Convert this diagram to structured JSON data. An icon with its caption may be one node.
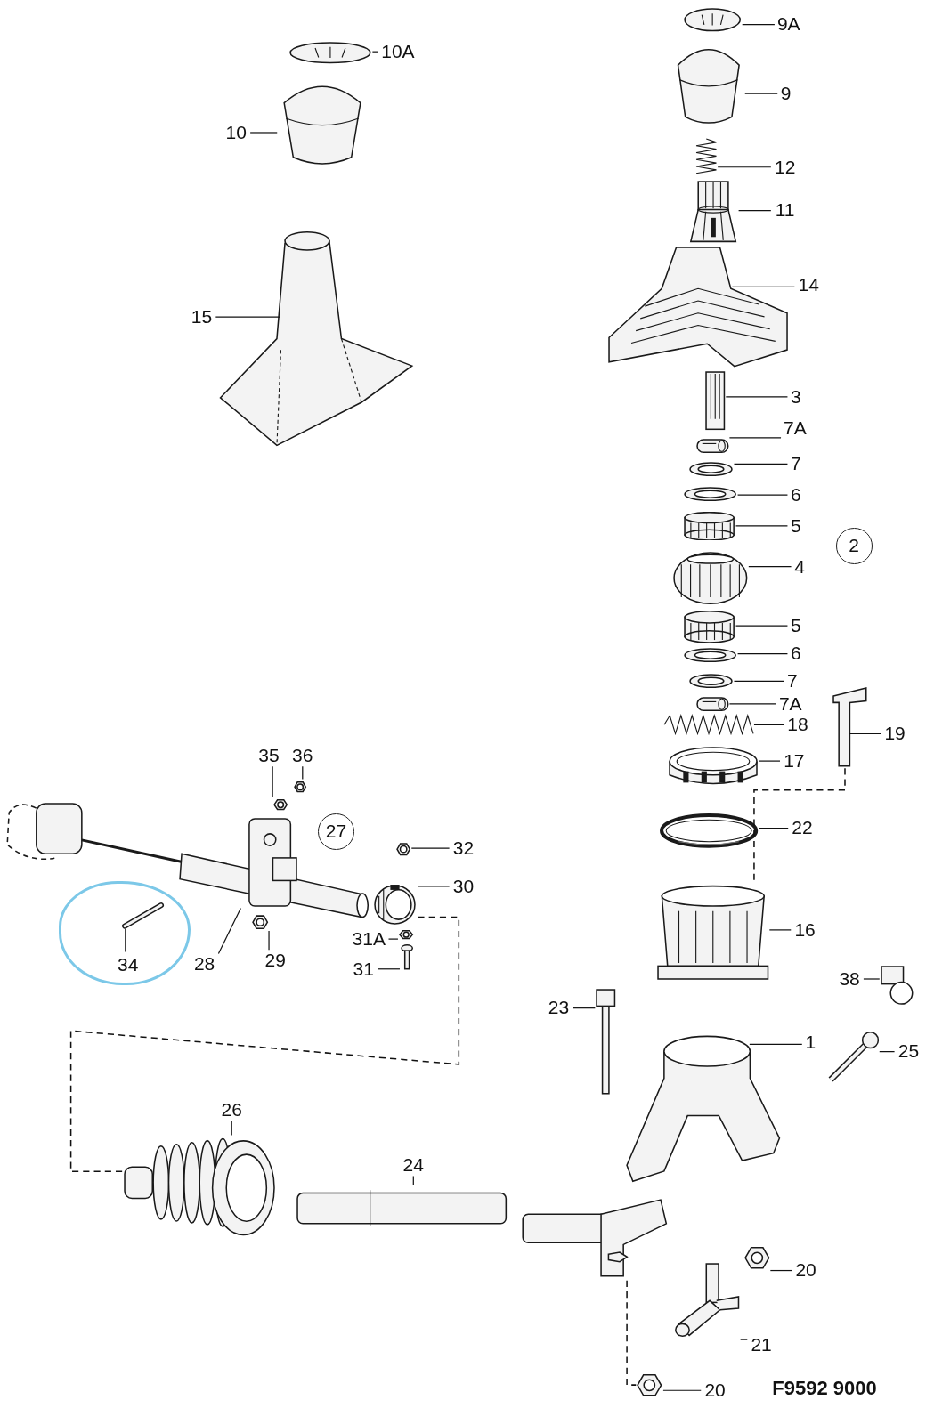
{
  "diagram": {
    "nodes": [
      {
        "text": [
          "10A"
        ]
      },
      {
        "text": [],
        "shape": "picture"
      },
      {
        "text": [
          "10"
        ]
      },
      {
        "text": [],
        "shape": "picture"
      },
      {
        "text": [
          "15"
        ]
      },
      {
        "text": [],
        "shape": "picture"
      },
      {
        "text": [
          "9A"
        ]
      },
      {
        "text": [],
        "shape": "picture"
      },
      {
        "text": [
          "9"
        ]
      },
      {
        "text": [],
        "shape": "picture"
      },
      {
        "text": [
          "12"
        ]
      },
      {
        "text": [],
        "shape": "picture"
      },
      {
        "text": [
          "11"
        ]
      },
      {
        "text": [],
        "shape": "picture"
      },
      {
        "text": [
          "14"
        ]
      },
      {
        "text": [],
        "shape": "picture"
      },
      {
        "text": [
          "3"
        ]
      },
      {
        "text": [],
        "shape": "picture"
      },
      {
        "text": [
          "7A"
        ]
      },
      {
        "text": [],
        "shape": "picture"
      },
      {
        "text": [
          "7"
        ]
      },
      {
        "text": [],
        "shape": "picture"
      },
      {
        "text": [
          "6"
        ]
      },
      {
        "text": [],
        "shape": "picture"
      },
      {
        "text": [
          "5"
        ]
      },
      {
        "text": [],
        "shape": "picture"
      },
      {
        "text": [
          "2"
        ]
      },
      {
        "text": [
          "4"
        ]
      },
      {
        "text": [],
        "shape": "picture"
      },
      {
        "text": [
          "5"
        ]
      },
      {
        "text": [],
        "shape": "picture"
      },
      {
        "text": [
          "6"
        ]
      },
      {
        "text": [],
        "shape": "picture"
      },
      {
        "text": [
          "7"
        ]
      },
      {
        "text": [],
        "shape": "picture"
      },
      {
        "text": [
          "7A"
        ]
      },
      {
        "text": [],
        "shape": "picture"
      },
      {
        "text": [
          "19"
        ]
      },
      {
        "text": [],
        "shape": "picture"
      },
      {
        "text": [
          "18"
        ]
      },
      {
        "text": [],
        "shape": "picture"
      },
      {
        "text": [
          "17"
        ]
      },
      {
        "text": [],
        "shape": "picture"
      },
      {
        "text": [
          "35"
        ]
      },
      {
        "text": [],
        "shape": "picture"
      },
      {
        "text": [
          "36"
        ]
      },
      {
        "text": [],
        "shape": "picture"
      },
      {
        "text": [
          "27"
        ]
      },
      {
        "text": [
          "32"
        ]
      },
      {
        "text": [],
        "shape": "picture"
      },
      {
        "text": [
          "30"
        ]
      },
      {
        "text": [],
        "shape": "picture"
      },
      {
        "text": [
          "22"
        ]
      },
      {
        "text": [],
        "shape": "picture"
      },
      {
        "text": [
          "16"
        ]
      },
      {
        "text": [],
        "shape": "picture"
      },
      {
        "text": [
          "38"
        ]
      },
      {
        "text": [],
        "shape": "picture"
      },
      {
        "text": [],
        "shape": "circle"
      },
      {
        "text": [
          "34"
        ],
        "in": 58
      },
      {
        "text": [],
        "shape": "picture",
        "in": 58
      },
      {
        "text": [
          "28"
        ]
      },
      {
        "text": [],
        "shape": "picture"
      },
      {
        "text": [
          "29"
        ]
      },
      {
        "text": [],
        "shape": "picture"
      },
      {
        "text": [
          "31A"
        ]
      },
      {
        "text": [],
        "shape": "picture"
      },
      {
        "text": [
          "31"
        ]
      },
      {
        "text": [],
        "shape": "picture"
      },
      {
        "text": [
          "23"
        ]
      },
      {
        "text": [],
        "shape": "picture"
      },
      {
        "text": [
          "1"
        ]
      },
      {
        "text": [],
        "shape": "picture"
      },
      {
        "text": [
          "25"
        ]
      },
      {
        "text": [],
        "shape": "picture"
      },
      {
        "text": [
          "26"
        ]
      },
      {
        "text": [],
        "shape": "picture"
      },
      {
        "text": [
          "24"
        ]
      },
      {
        "text": [],
        "shape": "picture"
      },
      {
        "text": [
          "20"
        ]
      },
      {
        "text": [],
        "shape": "picture"
      },
      {
        "text": [
          "21"
        ]
      },
      {
        "text": [],
        "shape": "picture"
      },
      {
        "text": [
          "20"
        ]
      },
      {
        "text": [],
        "shape": "picture"
      }
    ],
    "edges": [
      {
        "from": 0,
        "to": 1,
        "arrow": "none"
      },
      {
        "from": 2,
        "to": 3,
        "arrow": "none"
      },
      {
        "from": 4,
        "to": 5,
        "arrow": "none"
      },
      {
        "from": 6,
        "to": 7,
        "arrow": "none"
      },
      {
        "from": 8,
        "to": 9,
        "arrow": "none"
      },
      {
        "from": 10,
        "to": 11,
        "arrow": "none"
      },
      {
        "from": 12,
        "to": 13,
        "arrow": "none"
      },
      {
        "from": 14,
        "to": 15,
        "arrow": "none"
      },
      {
        "from": 16,
        "to": 17,
        "arrow": "none"
      },
      {
        "from": 18,
        "to": 19,
        "arrow": "none"
      },
      {
        "from": 20,
        "to": 21,
        "arrow": "none"
      },
      {
        "from": 22,
        "to": 23,
        "arrow": "none"
      },
      {
        "from": 24,
        "to": 25,
        "arrow": "none"
      },
      {
        "from": 27,
        "to": 28,
        "arrow": "none"
      },
      {
        "from": 29,
        "to": 30,
        "arrow": "none"
      },
      {
        "from": 31,
        "to": 32,
        "arrow": "none"
      },
      {
        "from": 33,
        "to": 34,
        "arrow": "none"
      },
      {
        "from": 35,
        "to": 36,
        "arrow": "none"
      },
      {
        "from": 37,
        "to": 38,
        "arrow": "none"
      },
      {
        "from": 39,
        "to": 40,
        "arrow": "none"
      },
      {
        "from": 41,
        "to": 42,
        "arrow": "none"
      },
      {
        "from": 43,
        "to": 44,
        "arrow": "none"
      },
      {
        "from": 45,
        "to": 46,
        "arrow": "none"
      },
      {
        "from": 48,
        "to": 49,
        "arrow": "none"
      },
      {
        "from": 50,
        "to": 51,
        "arrow": "none"
      },
      {
        "from": 52,
        "to": 53,
        "arrow": "none"
      },
      {
        "from": 54,
        "to": 55,
        "arrow": "none"
      },
      {
        "from": 56,
        "to": 57,
        "arrow": "none"
      },
      {
        "from": 59,
        "to": 60,
        "arrow": "none"
      },
      {
        "from": 61,
        "to": 62,
        "arrow": "none"
      },
      {
        "from": 63,
        "to": 64,
        "arrow": "none"
      },
      {
        "from": 65,
        "to": 66,
        "arrow": "none"
      },
      {
        "from": 67,
        "to": 68,
        "arrow": "none"
      },
      {
        "from": 69,
        "to": 70,
        "arrow": "none"
      },
      {
        "from": 71,
        "to": 72,
        "arrow": "none"
      },
      {
        "from": 73,
        "to": 74,
        "arrow": "none"
      },
      {
        "from": 75,
        "to": 76,
        "arrow": "none"
      },
      {
        "from": 77,
        "to": 78,
        "arrow": "none"
      },
      {
        "from": 79,
        "to": 80,
        "arrow": "none"
      },
      {
        "from": 81,
        "to": 82,
        "arrow": "none"
      },
      {
        "from": 83,
        "to": 84,
        "arrow": "none"
      },
      {
        "from": 38,
        "to": 55,
        "arrow": "none",
        "style": "dashed"
      },
      {
        "from": 51,
        "to": 76,
        "arrow": "none",
        "style": "dashed"
      },
      {
        "from": 78,
        "to": 84,
        "arrow": "none",
        "style": "dashed"
      }
    ],
    "labels": [
      "F9592 9000"
    ]
  }
}
